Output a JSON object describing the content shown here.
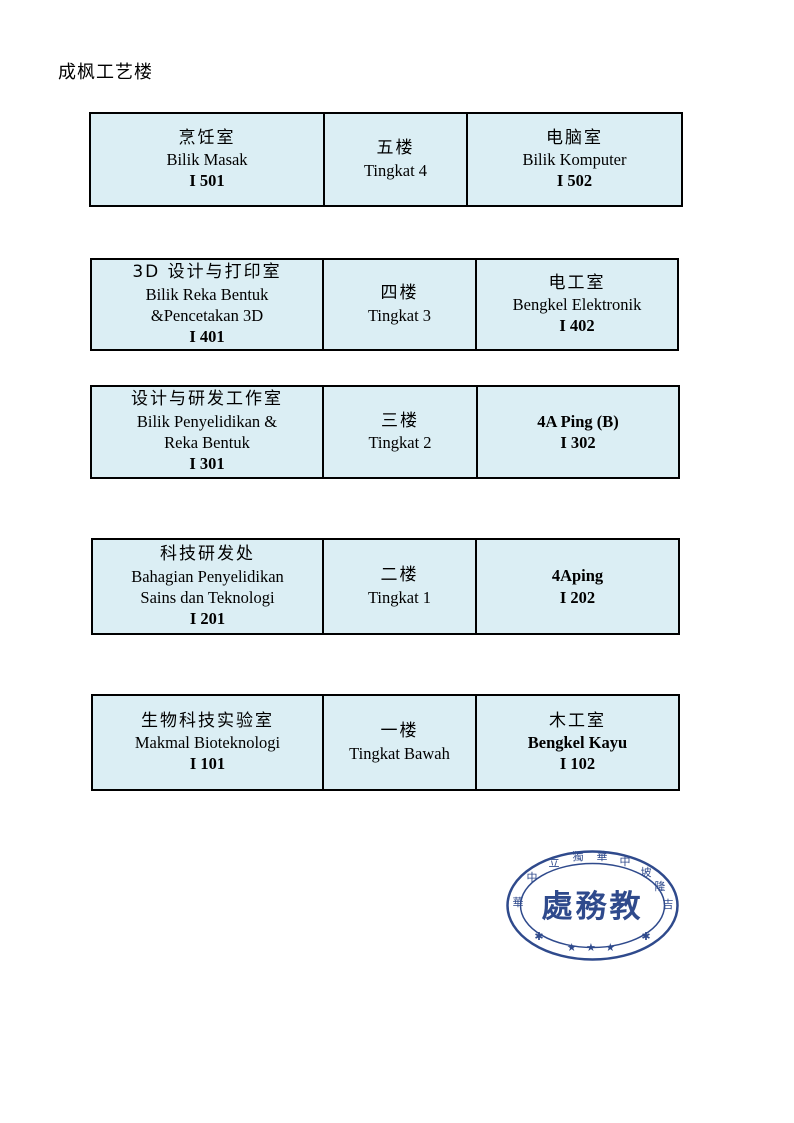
{
  "title": "成枫工艺楼",
  "floors": [
    {
      "left": {
        "zh": "烹饪室",
        "ms": "Bilik Masak",
        "code": "I 501"
      },
      "middle": {
        "zh": "五楼",
        "ms": "Tingkat 4"
      },
      "right": {
        "zh": "电脑室",
        "ms": "Bilik Komputer",
        "code": "I 502"
      }
    },
    {
      "left": {
        "zh": "3D 设计与打印室",
        "ms1": "Bilik Reka Bentuk",
        "ms2": "&Pencetakan 3D",
        "code": "I 401"
      },
      "middle": {
        "zh": "四楼",
        "ms": "Tingkat 3"
      },
      "right": {
        "zh": "电工室",
        "ms": "Bengkel Elektronik",
        "code": "I 402"
      }
    },
    {
      "left": {
        "zh": "设计与研发工作室",
        "ms1": "Bilik Penyelidikan &",
        "ms2": "Reka Bentuk",
        "code": "I 301"
      },
      "middle": {
        "zh": "三楼",
        "ms": "Tingkat 2"
      },
      "right": {
        "ms": "4A Ping (B)",
        "code": "I 302"
      }
    },
    {
      "left": {
        "zh": "科技研发处",
        "ms1": "Bahagian Penyelidikan",
        "ms2": "Sains dan Teknologi",
        "code": "I 201"
      },
      "middle": {
        "zh": "二楼",
        "ms": "Tingkat 1"
      },
      "right": {
        "ms": "4Aping",
        "code": "I 202"
      }
    },
    {
      "left": {
        "zh": "生物科技实验室",
        "ms": "Makmal Bioteknologi",
        "code": "I 101"
      },
      "middle": {
        "zh": "一楼",
        "ms": "Tingkat Bawah"
      },
      "right": {
        "zh": "木工室",
        "ms": "Bengkel Kayu",
        "code": "I 102"
      }
    }
  ],
  "seal": {
    "center": "處務教",
    "ring": "華中立獨華中坡隆吉",
    "stars": "★ ★ ★",
    "color": "#2f4a8c"
  }
}
